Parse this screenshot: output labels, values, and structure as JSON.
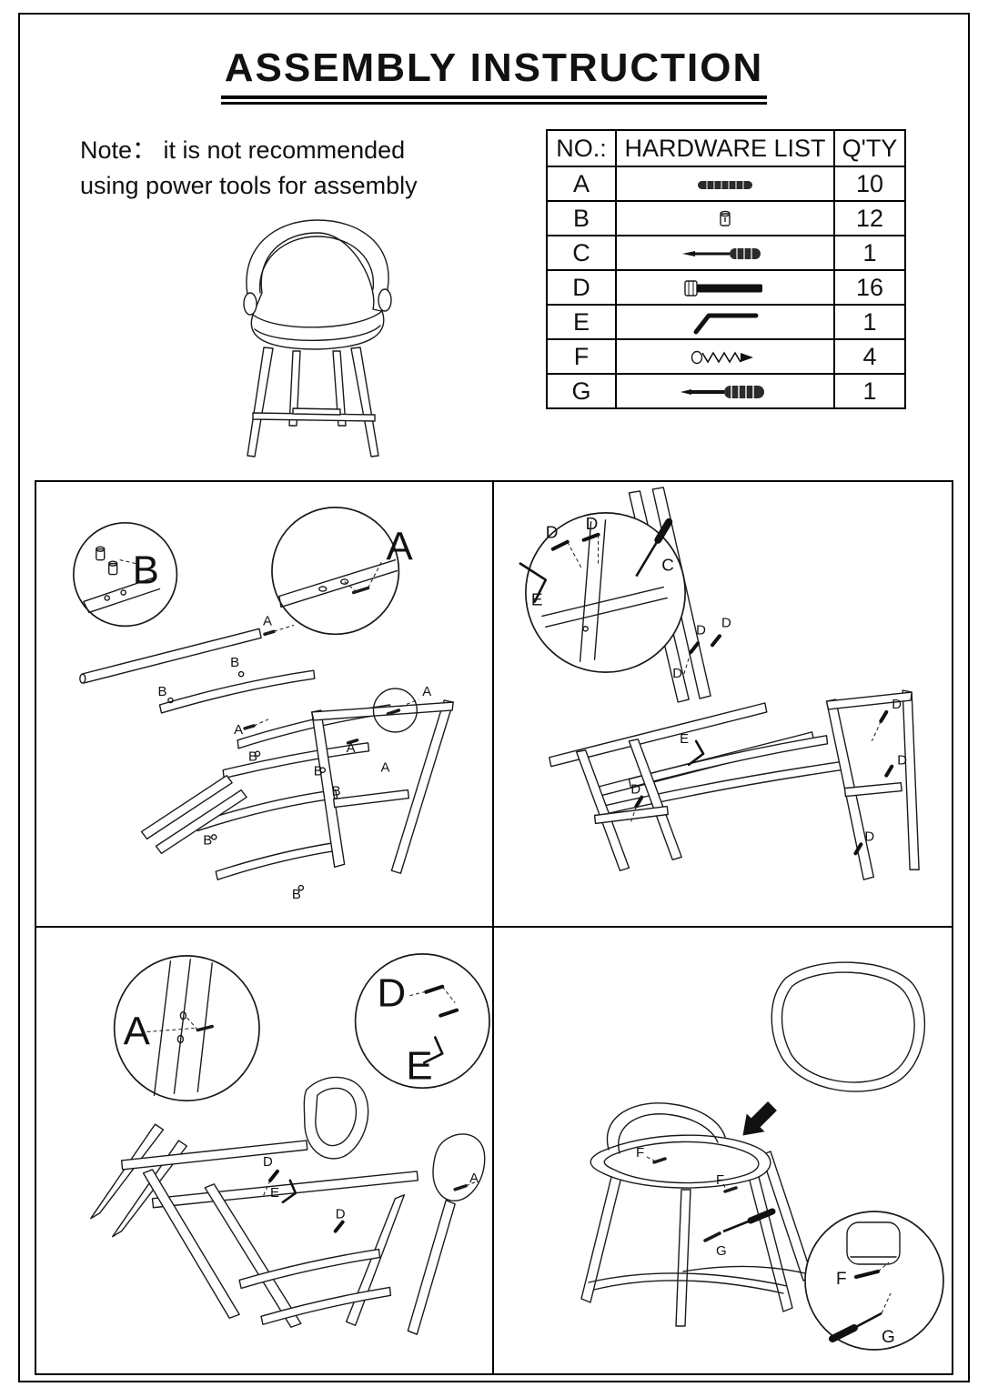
{
  "page": {
    "title": "ASSEMBLY INSTRUCTION",
    "note_line1": "Note： it is not recommended",
    "note_line2": "using power tools for assembly"
  },
  "hardware_table": {
    "headers": {
      "no": "NO.:",
      "list": "HARDWARE LIST",
      "qty": "Q'TY"
    },
    "rows": [
      {
        "no": "A",
        "icon": "dowel-pin-icon",
        "qty": "10"
      },
      {
        "no": "B",
        "icon": "cam-nut-icon",
        "qty": "12"
      },
      {
        "no": "C",
        "icon": "phillips-screwdriver-icon",
        "qty": "1"
      },
      {
        "no": "D",
        "icon": "bolt-icon",
        "qty": "16"
      },
      {
        "no": "E",
        "icon": "allen-key-icon",
        "qty": "1"
      },
      {
        "no": "F",
        "icon": "wood-screw-icon",
        "qty": "4"
      },
      {
        "no": "G",
        "icon": "flat-screwdriver-icon",
        "qty": "1"
      }
    ]
  },
  "steps": {
    "step1": {
      "labels": [
        "B",
        "A",
        "A",
        "B",
        "B",
        "A",
        "A",
        "B",
        "A",
        "B",
        "B",
        "A",
        "B",
        "B"
      ]
    },
    "step2": {
      "labels": [
        "D",
        "D",
        "C",
        "E",
        "D",
        "D",
        "E",
        "D",
        "D",
        "D",
        "D",
        "D"
      ]
    },
    "step3": {
      "labels": [
        "A",
        "D",
        "E",
        "D",
        "E",
        "A",
        "D"
      ]
    },
    "step4": {
      "labels": [
        "F",
        "F",
        "G",
        "F",
        "G"
      ]
    }
  }
}
